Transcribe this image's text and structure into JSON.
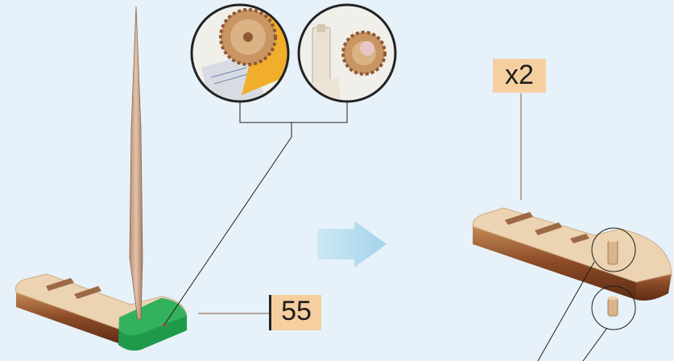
{
  "part_number": "55",
  "quantity_label": "x2",
  "icons": {
    "step_arrow": "right-arrow-icon",
    "detail_a": "gear-cutout-detail",
    "detail_b": "gear-peg-detail"
  },
  "colors": {
    "background": "#e6f1f9",
    "label_fill": "#f6cfa0",
    "highlight": "#1f9a4a",
    "wood_light": "#ecd3b2",
    "wood_dark": "#7a3f22",
    "arrow": "#a9d7ec"
  }
}
